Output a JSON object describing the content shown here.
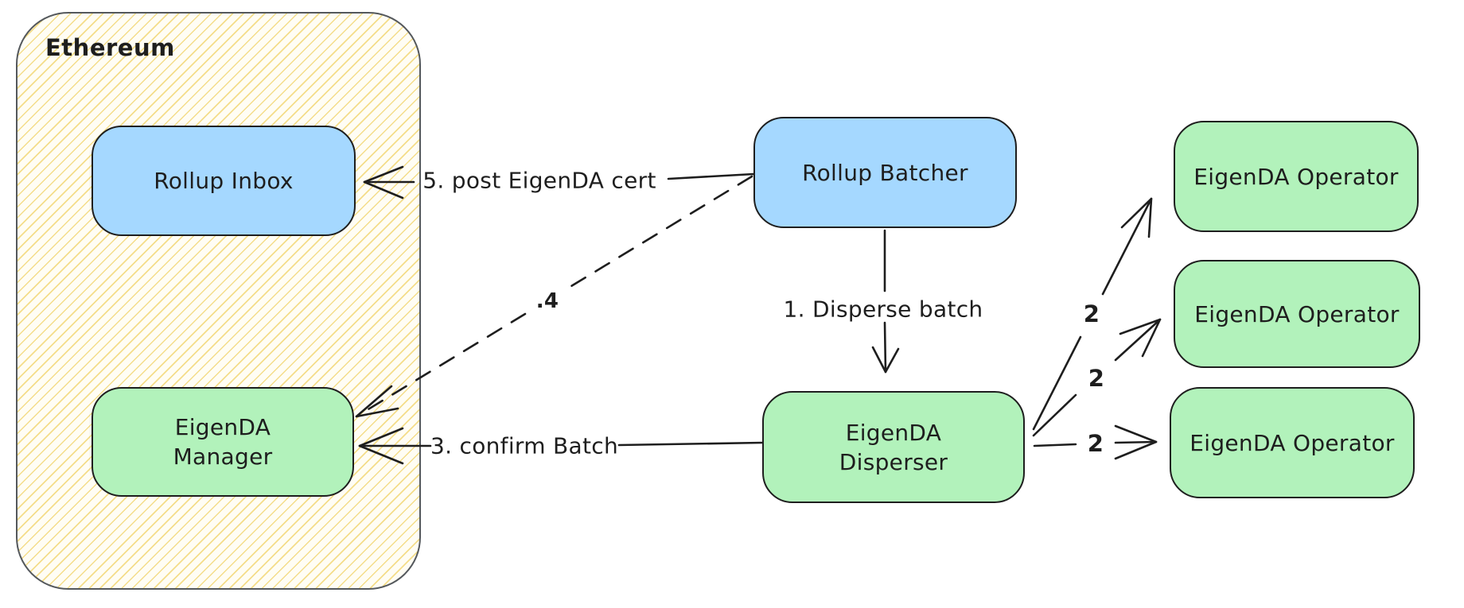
{
  "container": {
    "label": "Ethereum"
  },
  "nodes": {
    "rollup_inbox": {
      "label": "Rollup Inbox",
      "color": "#a5d8ff"
    },
    "eigenda_manager": {
      "line1": "EigenDA",
      "line2": "Manager",
      "color": "#b2f2bb"
    },
    "rollup_batcher": {
      "label": "Rollup Batcher",
      "color": "#a5d8ff"
    },
    "eigenda_disperser": {
      "line1": "EigenDA",
      "line2": "Disperser",
      "color": "#b2f2bb"
    },
    "operator_1": {
      "label": "EigenDA Operator",
      "color": "#b2f2bb"
    },
    "operator_2": {
      "label": "EigenDA Operator",
      "color": "#b2f2bb"
    },
    "operator_3": {
      "label": "EigenDA Operator",
      "color": "#b2f2bb"
    }
  },
  "edges": {
    "post_cert": {
      "label": "5. post EigenDA cert",
      "style": "solid",
      "from": "rollup_batcher",
      "to": "rollup_inbox"
    },
    "cert_to_manager": {
      "label": ".4",
      "style": "dashed",
      "from": "rollup_batcher",
      "to": "eigenda_manager"
    },
    "disperse_batch": {
      "label": "1. Disperse batch",
      "style": "solid",
      "from": "rollup_batcher",
      "to": "eigenda_disperser"
    },
    "confirm_batch": {
      "label": "3. confirm Batch",
      "style": "solid",
      "from": "eigenda_disperser",
      "to": "eigenda_manager"
    },
    "to_operator_1": {
      "label": "2",
      "style": "solid",
      "from": "eigenda_disperser",
      "to": "operator_1"
    },
    "to_operator_2": {
      "label": "2",
      "style": "solid",
      "from": "eigenda_disperser",
      "to": "operator_2"
    },
    "to_operator_3": {
      "label": "2",
      "style": "solid",
      "from": "eigenda_disperser",
      "to": "operator_3"
    }
  },
  "colors": {
    "node_blue": "#a5d8ff",
    "node_green": "#b2f2bb",
    "stroke": "#1e1e1e",
    "container_border": "#54585c",
    "hatch": "#f4dd8a"
  }
}
